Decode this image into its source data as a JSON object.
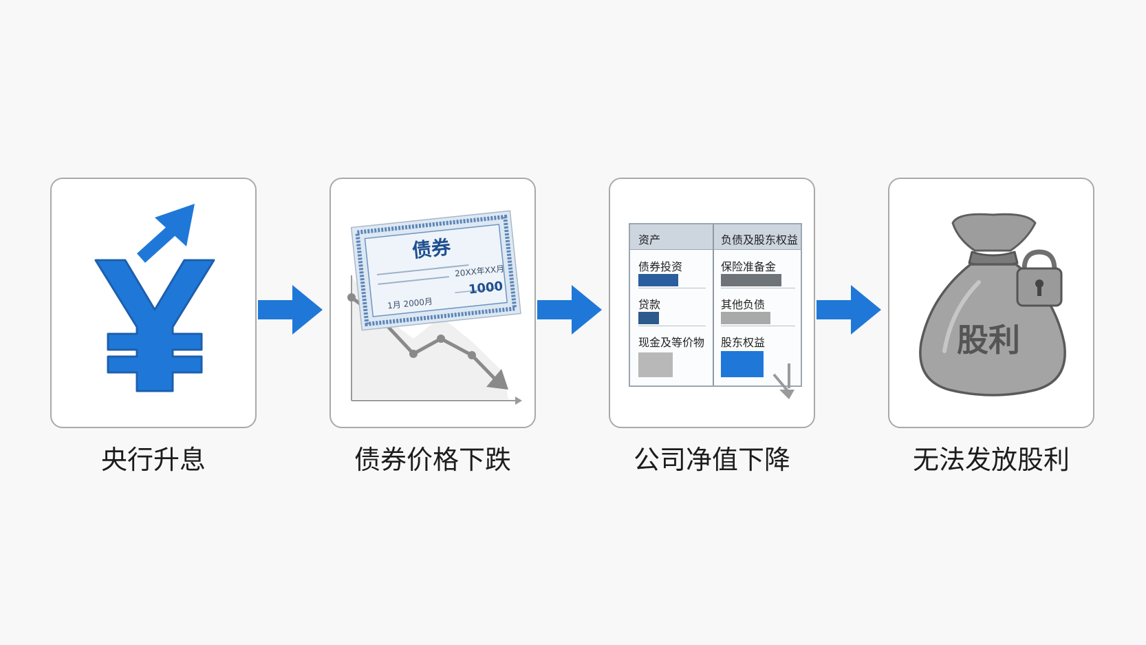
{
  "steps": [
    {
      "label": "央行升息"
    },
    {
      "label": "债券价格下跌"
    },
    {
      "label": "公司净值下降"
    },
    {
      "label": "无法发放股利"
    }
  ],
  "bond": {
    "title": "债券",
    "date_top": "20XX年XX月",
    "date_bottom": "1月 2000月",
    "amount": "1000"
  },
  "balance_sheet": {
    "assets_header": "资产",
    "liabilities_header": "负债及股东权益",
    "assets": [
      {
        "label": "债券投资"
      },
      {
        "label": "贷款"
      },
      {
        "label": "现金及等价物"
      }
    ],
    "liabilities": [
      {
        "label": "保险准备金"
      },
      {
        "label": "其他负债"
      },
      {
        "label": "股东权益"
      }
    ]
  },
  "moneybag": {
    "text": "股利"
  },
  "colors": {
    "accent_blue": "#1f78d8",
    "dark_blue": "#1c5fae",
    "gray": "#8a8a8a",
    "border": "#a9a9a9"
  },
  "icons": [
    "yuan-icon",
    "up-arrow-icon",
    "bond-certificate-icon",
    "down-trend-chart-icon",
    "balance-sheet-icon",
    "down-arrow-icon",
    "moneybag-icon",
    "padlock-icon",
    "flow-arrow-icon"
  ]
}
